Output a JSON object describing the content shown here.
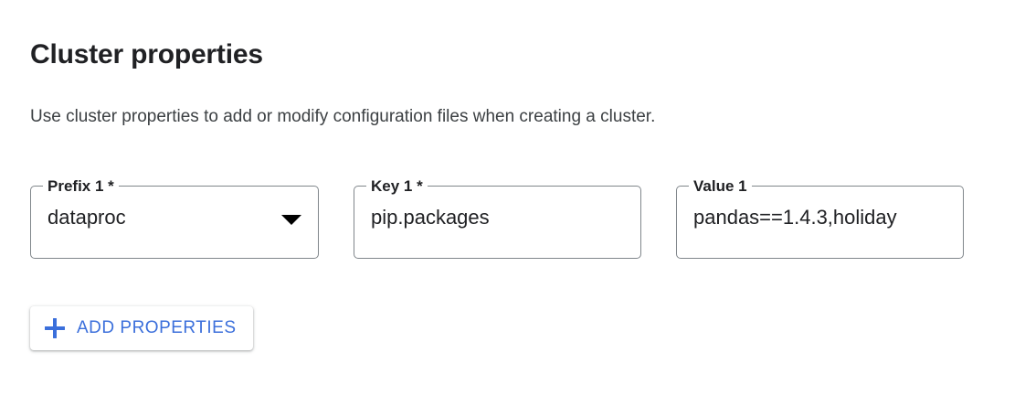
{
  "section": {
    "title": "Cluster properties",
    "description": "Use cluster properties to add or modify configuration files when creating a cluster."
  },
  "fields": [
    {
      "name": "prefix",
      "label": "Prefix 1 *",
      "value": "dataproc",
      "control": "select",
      "icon": "chevron-down-icon",
      "required": true
    },
    {
      "name": "key",
      "label": "Key 1 *",
      "value": "pip.packages",
      "control": "text",
      "required": true
    },
    {
      "name": "value",
      "label": "Value 1",
      "value": "pandas==1.4.3,holiday",
      "control": "text",
      "required": false
    }
  ],
  "add_button": {
    "label": "ADD PROPERTIES",
    "icon": "plus-icon"
  },
  "colors": {
    "accent_blue": "#3b6fdb",
    "text_primary": "#202124",
    "text_secondary": "#3c4043",
    "field_border": "#80868b",
    "background": "#ffffff"
  }
}
